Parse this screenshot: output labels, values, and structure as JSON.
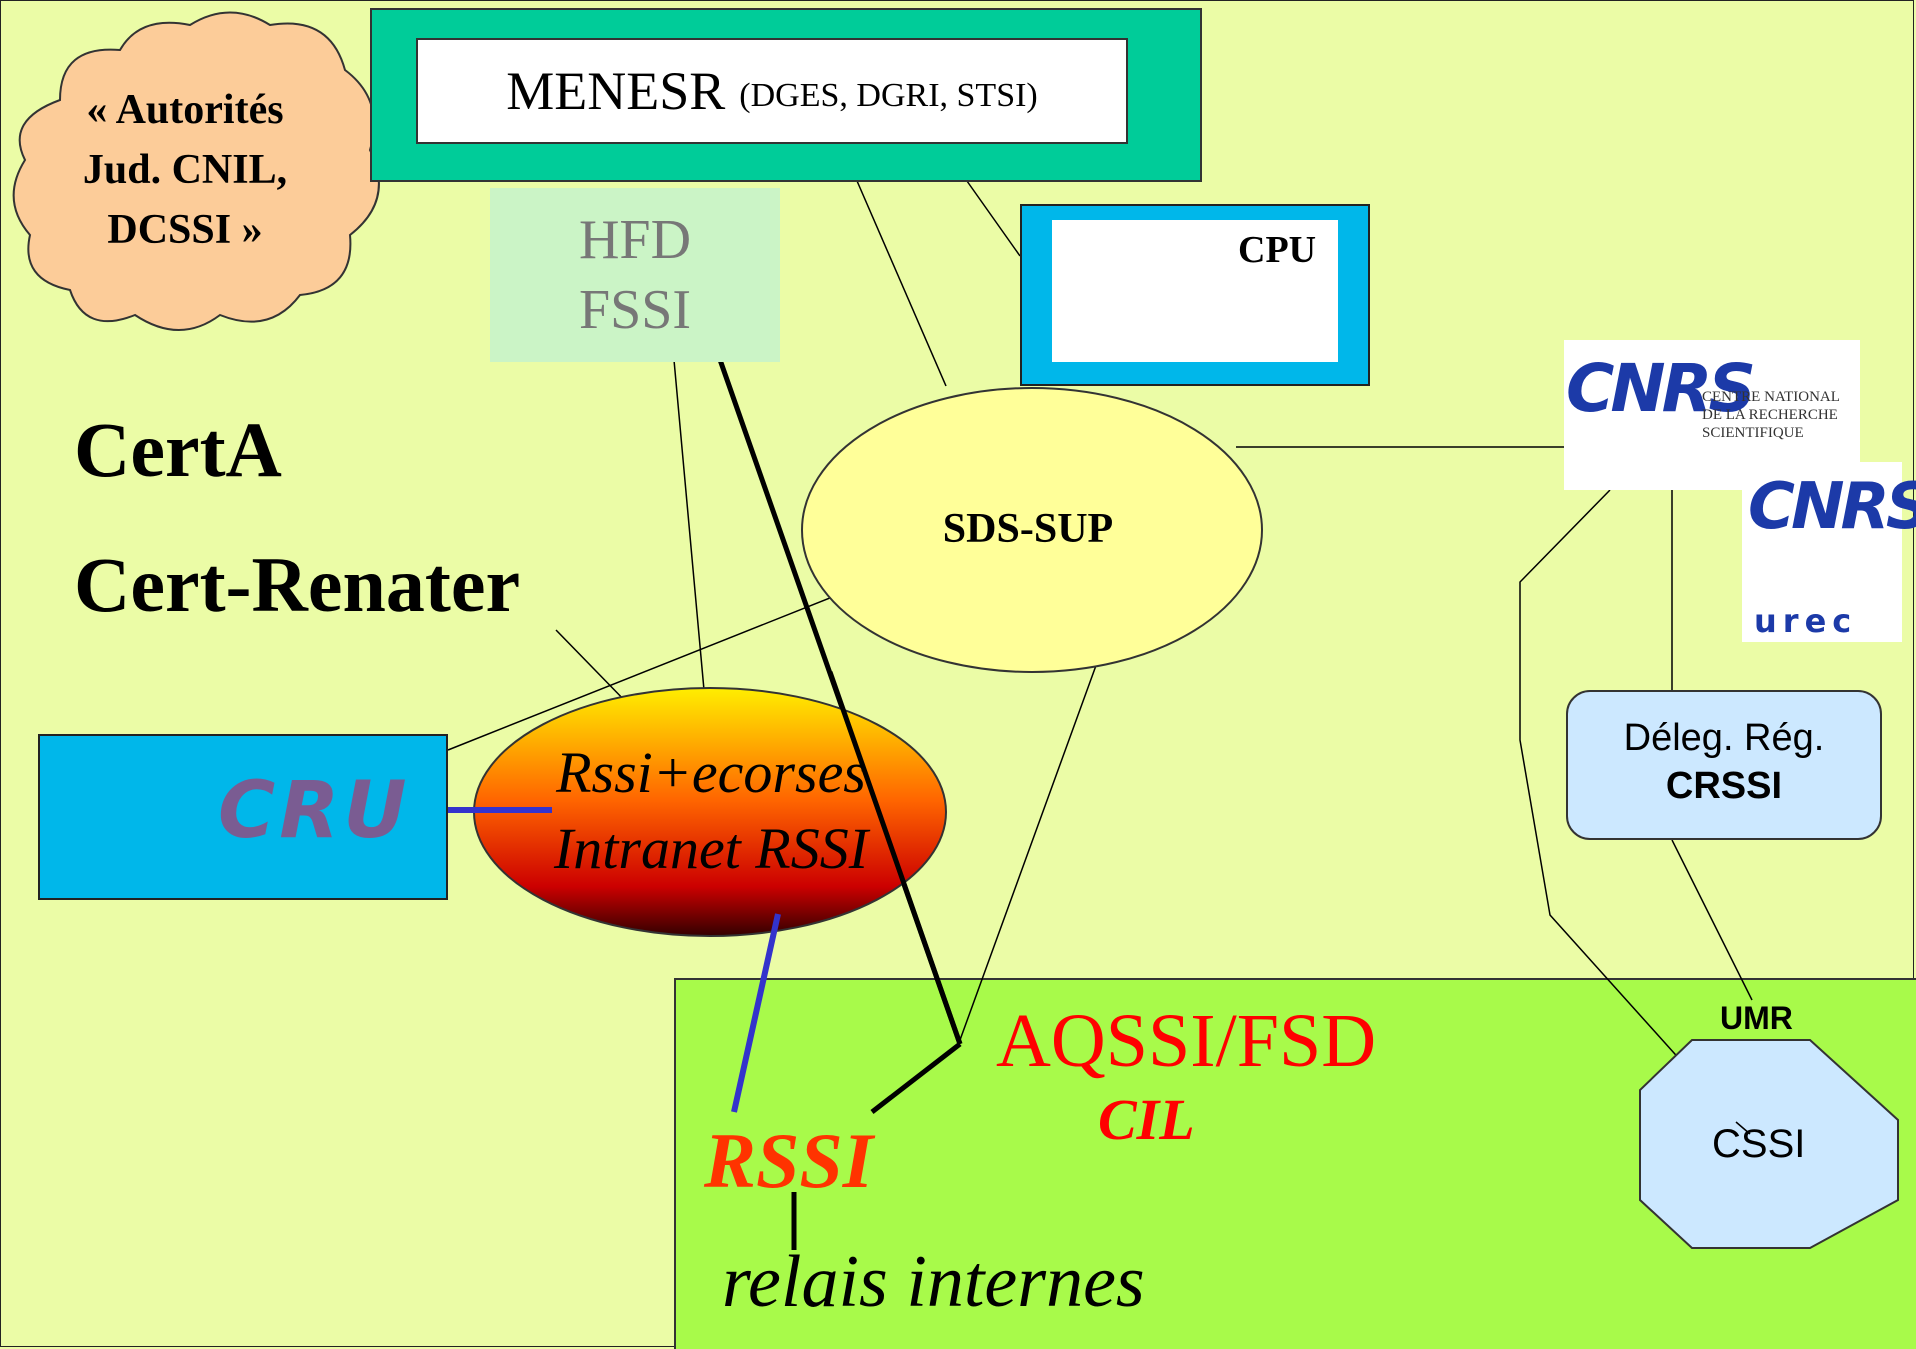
{
  "colors": {
    "background": "#ebfca6",
    "menesr_border": "#00cc99",
    "blue_box": "#00b7ea",
    "hfd_box": "#cbf4c6",
    "cloud": "#fccc99",
    "sds_ellipse": "#ffff99",
    "green_area": "#a8fa4a",
    "red_text": "#ff0000",
    "cnrs_blue": "#1c3aa8",
    "light_blue": "#cce8ff",
    "connector_blue": "#3333cc"
  },
  "cloud": {
    "line1": "« Autorités",
    "line2": "Jud. CNIL,",
    "line3": "DCSSI »"
  },
  "menesr": {
    "main": "MENESR",
    "sub": "(DGES, DGRI, STSI)"
  },
  "hfd": {
    "line1": "HFD",
    "line2": "FSSI"
  },
  "cpu": {
    "label": "CPU"
  },
  "certa": "CertA",
  "certrenater": "Cert-Renater",
  "cru": {
    "logo_text": "CRU"
  },
  "rssi_ellipse": {
    "line1": "Rssi+ecorses",
    "line2": "Intranet RSSI"
  },
  "sds": {
    "label": "SDS-SUP"
  },
  "cnrs": {
    "logo": "CNRS",
    "text_line1": "CENTRE NATIONAL",
    "text_line2": "DE LA RECHERCHE",
    "text_line3": "SCIENTIFIQUE",
    "urec": "urec"
  },
  "deleg": {
    "line1": "Déleg. Rég.",
    "line2": "CRSSI"
  },
  "aqssi": "AQSSI/FSD",
  "cil": "CIL",
  "rssi": "RSSI",
  "relais": "relais internes",
  "umr": "UMR",
  "cssi": "CSSI"
}
